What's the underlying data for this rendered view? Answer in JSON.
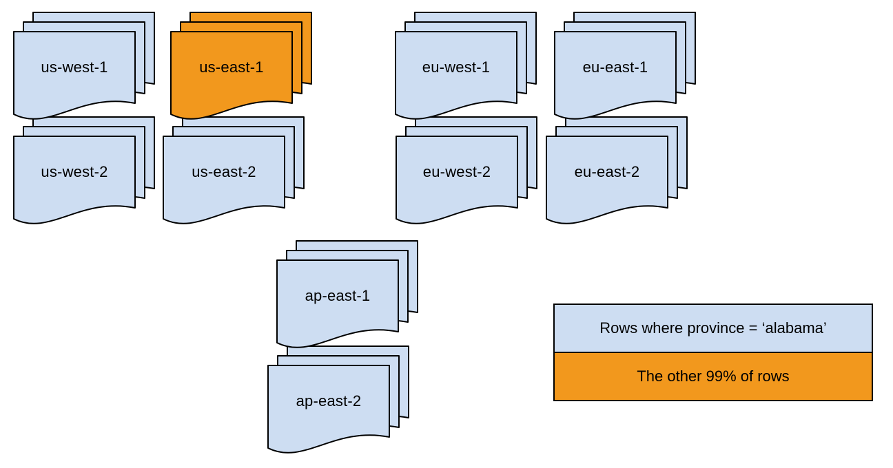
{
  "diagram": {
    "description": "Document stacks representing database regions, with one hot region highlighted",
    "background": "#ffffff"
  },
  "colors": {
    "replica_fill": "#cdddf2",
    "hot_fill": "#f2981d",
    "stroke": "#000000",
    "text": "#000000"
  },
  "stacks": [
    {
      "id": "us-west-1",
      "label": "us-west-1",
      "variant": "replica"
    },
    {
      "id": "us-east-1",
      "label": "us-east-1",
      "variant": "hot"
    },
    {
      "id": "eu-west-1",
      "label": "eu-west-1",
      "variant": "replica"
    },
    {
      "id": "eu-east-1",
      "label": "eu-east-1",
      "variant": "replica"
    },
    {
      "id": "us-west-2",
      "label": "us-west-2",
      "variant": "replica"
    },
    {
      "id": "us-east-2",
      "label": "us-east-2",
      "variant": "replica"
    },
    {
      "id": "eu-west-2",
      "label": "eu-west-2",
      "variant": "replica"
    },
    {
      "id": "eu-east-2",
      "label": "eu-east-2",
      "variant": "replica"
    },
    {
      "id": "ap-east-1",
      "label": "ap-east-1",
      "variant": "replica"
    },
    {
      "id": "ap-east-2",
      "label": "ap-east-2",
      "variant": "replica"
    }
  ],
  "legend": {
    "items": [
      {
        "label": "Rows where province = ‘alabama’",
        "color": "#cdddf2"
      },
      {
        "label": "The other 99% of rows",
        "color": "#f2981d"
      }
    ]
  }
}
